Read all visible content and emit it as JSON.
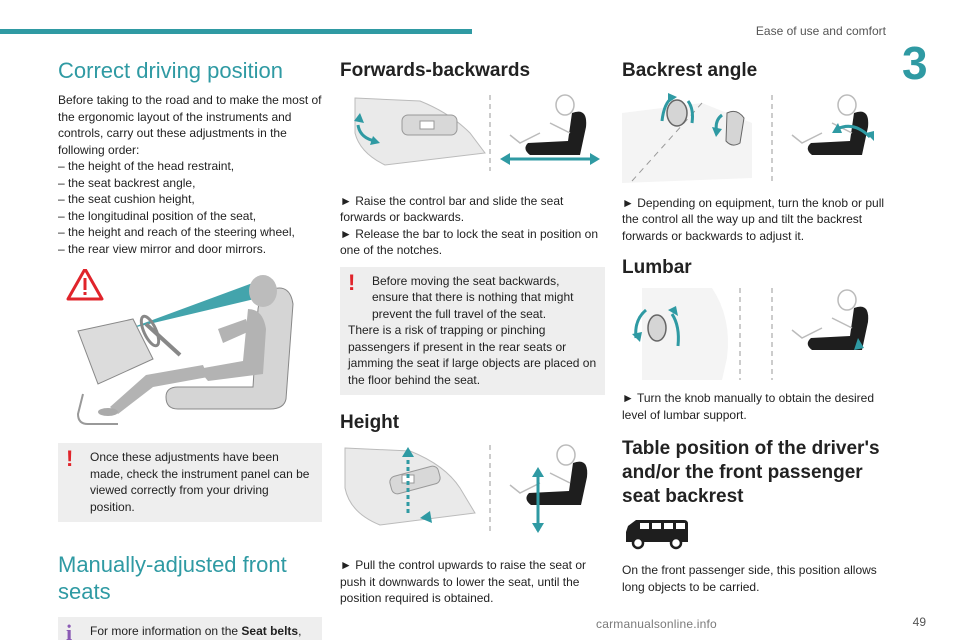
{
  "header": {
    "section_title": "Ease of use and comfort",
    "chapter_number": "3"
  },
  "left": {
    "title": "Correct driving position",
    "intro": "Before taking to the road and to make the most of the ergonomic layout of the instruments and controls, carry out these adjustments in the following order:",
    "list": [
      "– the height of the head restraint,",
      "– the seat backrest angle,",
      "– the seat cushion height,",
      "– the longitudinal position of the seat,",
      "– the height and reach of the steering wheel,",
      "– the rear view mirror and door mirrors."
    ],
    "warning": "Once these adjustments have been made, check the instrument panel can be viewed correctly from your driving position.",
    "section2_title": "Manually-adjusted front seats",
    "info_pre": "For more information on the ",
    "info_bold": "Seat belts",
    "info_post": ", refer to the corresponding section."
  },
  "middle": {
    "fb_title": "Forwards-backwards",
    "fb_step1": "► Raise the control bar and slide the seat forwards or backwards.",
    "fb_step2": "► Release the bar to lock the seat in position on one of the notches.",
    "fb_warning_1": "Before moving the seat backwards, ensure that there is nothing that might prevent the full travel of the seat.",
    "fb_warning_2": "There is a risk of trapping or pinching passengers if present in the rear seats or jamming the seat if large objects are placed on the floor behind the seat.",
    "height_title": "Height",
    "height_step": "► Pull the control upwards to raise the seat or push it downwards to lower the seat, until the position required is obtained."
  },
  "right": {
    "backrest_title": "Backrest angle",
    "backrest_step": "► Depending on equipment, turn the knob or pull the control all the way up and tilt the backrest forwards or backwards to adjust it.",
    "lumbar_title": "Lumbar",
    "lumbar_step": "► Turn the knob manually to obtain the desired level of lumbar support.",
    "table_title": "Table position of the driver's and/or the front passenger seat backrest",
    "table_text": "On the front passenger side, this position allows long objects to be carried."
  },
  "footer": {
    "page_number": "49",
    "watermark": "carmanualsonline.info"
  },
  "colors": {
    "accent": "#2f9aa3",
    "warning": "#e0242b",
    "info": "#8b5bb5"
  }
}
